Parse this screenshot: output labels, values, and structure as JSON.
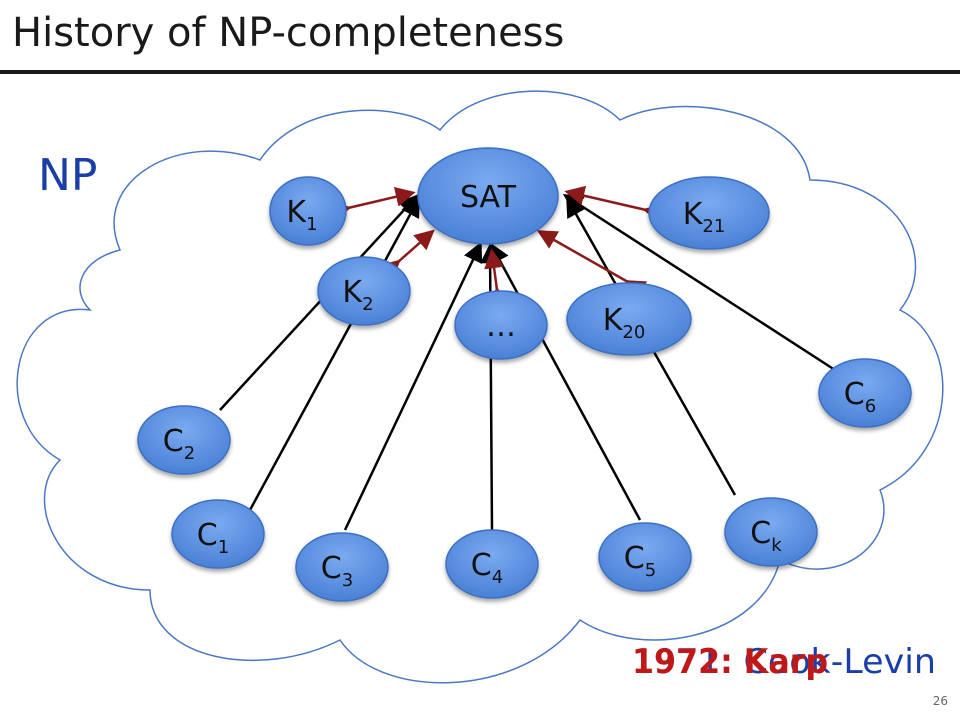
{
  "title": "History of NP-completeness",
  "region_label": "NP",
  "slide_number": "26",
  "captions": {
    "karp": "1972: Karp",
    "cook_levin": "1971: Cook-Levin"
  },
  "colors": {
    "node_fill": "#5b8fe0",
    "node_stroke": "#3a6fc4",
    "arrow": "#8b1a1a",
    "edge": "#000000",
    "caption_karp": "#c01818",
    "caption_cook": "#1a3ea8",
    "region_label": "#1a3ea8"
  },
  "nodes": {
    "sat": {
      "label": "SAT",
      "sub": ""
    },
    "k1": {
      "label": "K",
      "sub": "1"
    },
    "k21": {
      "label": "K",
      "sub": "21"
    },
    "k2": {
      "label": "K",
      "sub": "2"
    },
    "dots": {
      "label": "…",
      "sub": ""
    },
    "k20": {
      "label": "K",
      "sub": "20"
    },
    "c6": {
      "label": "C",
      "sub": "6"
    },
    "c2": {
      "label": "C",
      "sub": "2"
    },
    "ck": {
      "label": "C",
      "sub": "k"
    },
    "c1": {
      "label": "C",
      "sub": "1"
    },
    "c5": {
      "label": "C",
      "sub": "5"
    },
    "c4": {
      "label": "C",
      "sub": "4"
    },
    "c3": {
      "label": "C",
      "sub": "3"
    }
  }
}
